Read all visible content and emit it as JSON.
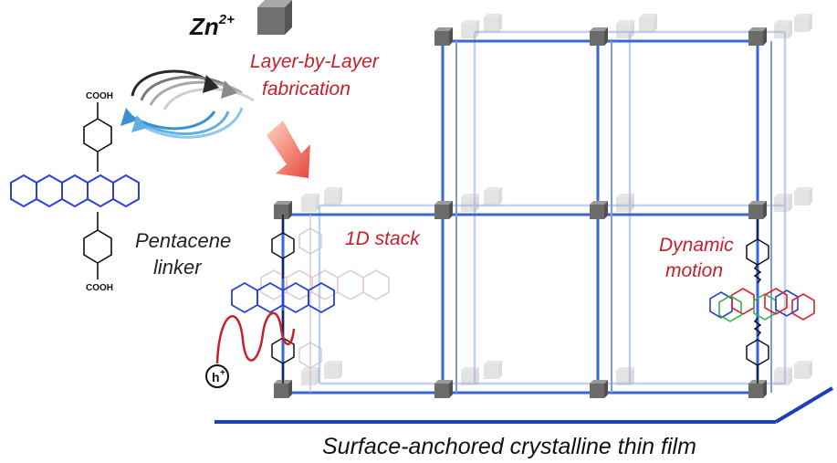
{
  "labels": {
    "metal": "Zn",
    "metal_charge": "2+",
    "fabrication_line1": "Layer-by-Layer",
    "fabrication_line2": "fabrication",
    "linker_line1": "Pentacene",
    "linker_line2": "linker",
    "acid_top": "COOH",
    "acid_bottom": "COOH",
    "stack": "1D stack",
    "motion_line1": "Dynamic",
    "motion_line2": "motion",
    "hole": "h",
    "hole_charge": "+",
    "film": "Surface-anchored crystalline thin film"
  },
  "colors": {
    "frame": "#3a66d6",
    "node": "#6c6c6c",
    "accent": "#c8202a",
    "pentacene": "#2a3fd6"
  },
  "icons": {
    "metal_node": "cube-icon",
    "cycle": "circular-arrows-icon",
    "direction": "diagonal-arrow-icon",
    "hole": "hole-carrier-icon"
  }
}
